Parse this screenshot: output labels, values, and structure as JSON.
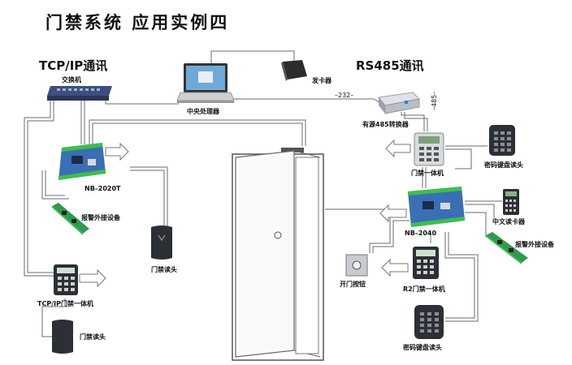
{
  "title": "门禁系统  应用实例四",
  "sections": {
    "left": "TCP/IP通讯",
    "right": "RS485通讯"
  },
  "labels": {
    "switch": "交换机",
    "computer": "中央处理器",
    "card_issuer": "发卡器",
    "rs232": "–232–",
    "rs485": "–485–",
    "converter": "有源485转换器",
    "controller_left": "NB–2020T",
    "alarm_left": "报警外接设备",
    "reader_center": "门禁读头",
    "tcpip_unit": "TCP/IP门禁一体机",
    "reader_bottom_left": "门禁读头",
    "door_button": "开门按钮",
    "access_unit": "门禁一体机",
    "keypad_reader_top": "密码键盘读头",
    "controller_right": "NB–2040",
    "cn_reader": "中文读卡器",
    "alarm_right": "报警外接设备",
    "r2_unit": "R2门禁一体机",
    "keypad_reader_bottom": "密码键盘读头"
  },
  "colors": {
    "board_green": "#2f9a4e",
    "board_blue": "#3a6fb5",
    "terminal_green": "#3ec04a",
    "device_dark": "#2b2f36",
    "wire": "#666666"
  }
}
